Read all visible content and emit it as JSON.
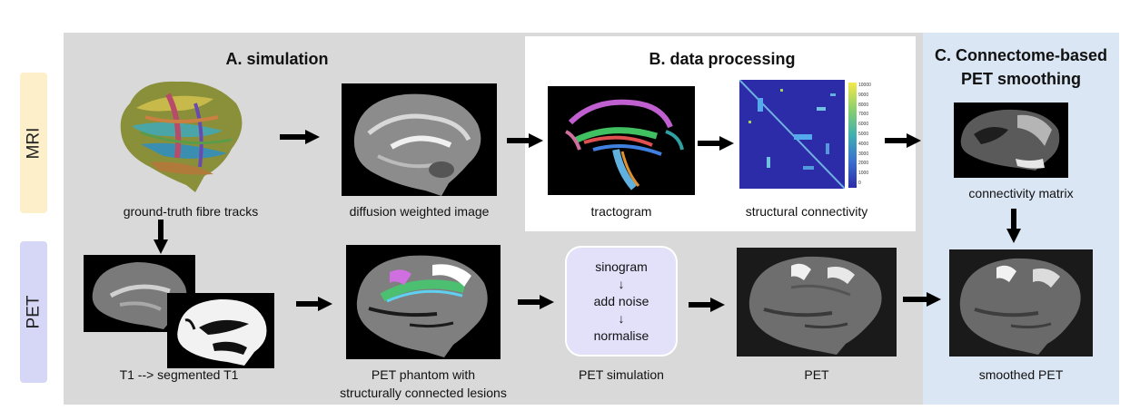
{
  "rows": {
    "mri": "MRI",
    "pet": "PET"
  },
  "sections": {
    "simulation": "A. simulation",
    "processing": "B. data processing",
    "smoothing_line1": "C. Connectome-based",
    "smoothing_line2": "PET smoothing"
  },
  "captions": {
    "fibre_tracks": "ground-truth fibre tracks",
    "dwi": "diffusion weighted image",
    "tractogram": "tractogram",
    "structural": "structural connectivity",
    "connectivity": "connectivity matrix",
    "t1": "T1 --> segmented T1",
    "phantom_line1": "PET phantom with",
    "phantom_line2": "structurally connected lesions",
    "pet_sim": "PET simulation",
    "pet": "PET",
    "smoothed": "smoothed PET"
  },
  "pet_simulation_steps": [
    "sinogram",
    "↓",
    "add noise",
    "↓",
    "normalise"
  ],
  "colorbar_ticks": [
    "10000",
    "9000",
    "8000",
    "7000",
    "6000",
    "5000",
    "4000",
    "3000",
    "2000",
    "1000",
    "0"
  ],
  "colors": {
    "panel_a": "#d9d9d9",
    "panel_b": "#ffffff",
    "panel_c": "#dae6f3",
    "mri_tab": "#fdefc9",
    "pet_tab": "#d6d7f6",
    "pet_box": "#e3e1fa"
  }
}
